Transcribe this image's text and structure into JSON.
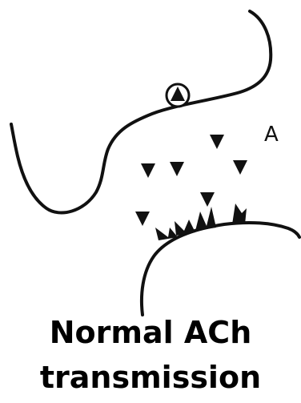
{
  "panel_label": "A",
  "caption": {
    "line1": "Normal ACh",
    "line2": "transmission"
  },
  "colors": {
    "ink": "#111111",
    "background": "#ffffff"
  },
  "icons": {
    "vesicle": "filled-triangle-down",
    "receptor": "filled-spike",
    "recycling_vesicle": "circled-triangle-up"
  }
}
